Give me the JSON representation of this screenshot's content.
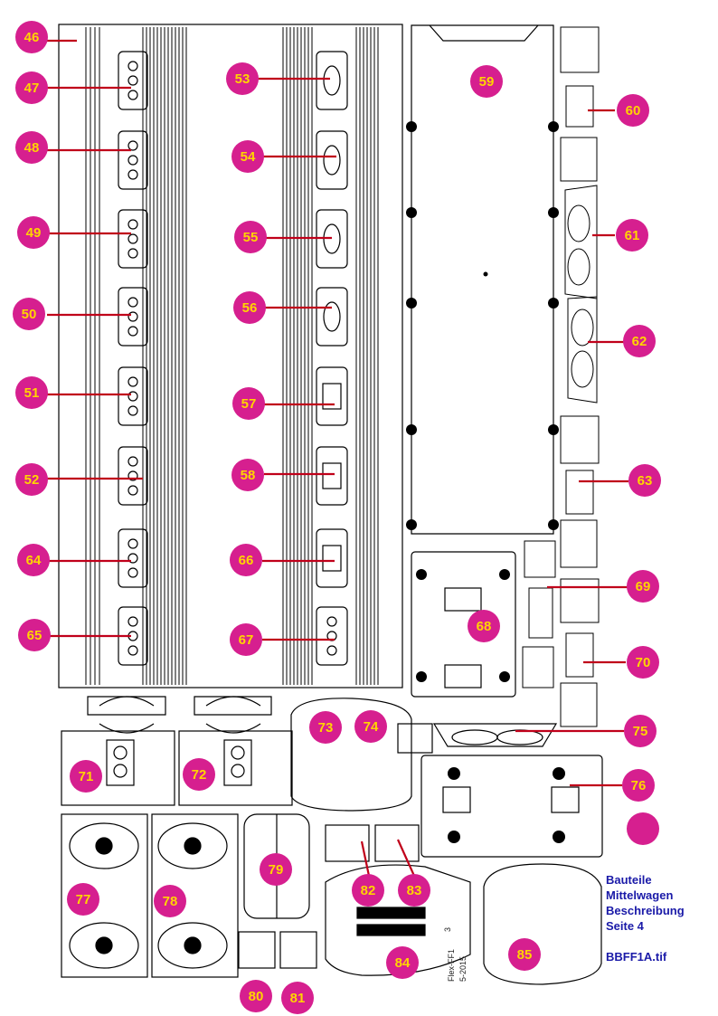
{
  "markers": [
    "46",
    "47",
    "48",
    "49",
    "50",
    "51",
    "52",
    "53",
    "54",
    "55",
    "56",
    "57",
    "58",
    "59",
    "60",
    "61",
    "62",
    "63",
    "64",
    "65",
    "66",
    "67",
    "68",
    "69",
    "70",
    "71",
    "72",
    "73",
    "74",
    "75",
    "76",
    "77",
    "78",
    "79",
    "80",
    "81",
    "82",
    "83",
    "84",
    "85",
    ""
  ],
  "caption": {
    "line1": "Bauteile",
    "line2": "Mittelwagen",
    "line3": "Beschreibung",
    "line4": "Seite 4",
    "file": "BBFF1A.tif"
  },
  "sheet_text": {
    "side_label": "Flex-FF1",
    "date_label": "5-2015",
    "part_number": "3"
  },
  "colors": {
    "marker_fill": "#d61f8f",
    "marker_text": "#ffd500",
    "leader": "#c0001a",
    "caption": "#1a1aa8",
    "outline": "#000000"
  }
}
